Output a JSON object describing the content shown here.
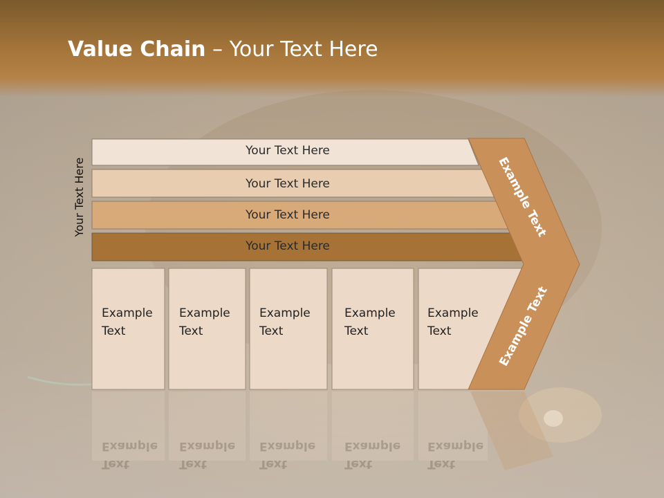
{
  "slide": {
    "title_bold": "Value Chain",
    "title_rest": " – Your Text Here",
    "side_label": "Your Text Here",
    "bands": [
      "Your Text Here",
      "Your Text Here",
      "Your Text Here",
      "Your Text Here"
    ],
    "cells": [
      {
        "line1": "Example",
        "line2": "Text"
      },
      {
        "line1": "Example",
        "line2": "Text"
      },
      {
        "line1": "Example",
        "line2": "Text"
      },
      {
        "line1": "Example",
        "line2": "Text"
      },
      {
        "line1": "Example",
        "line2": "Text"
      }
    ],
    "arrow_top": "Example Text",
    "arrow_bottom": "Example Text"
  },
  "colors": {
    "band1": "#f1e3d6",
    "band2": "#e8cdb0",
    "band3": "#d9aa79",
    "band4": "#a77236",
    "cell": "#ecd9c8",
    "arrow": "#c9905a"
  }
}
